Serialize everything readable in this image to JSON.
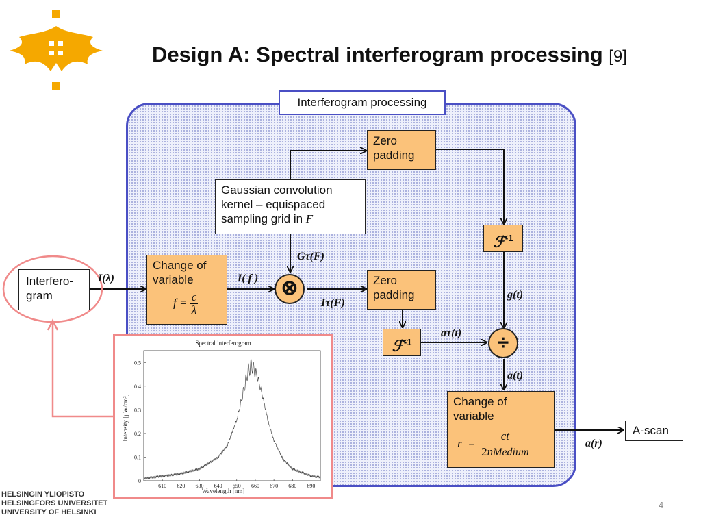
{
  "slide": {
    "title": "Design A: Spectral interferogram processing",
    "title_ref": "[9]",
    "page_number": "4",
    "university_lines": [
      "HELSINGIN YLIOPISTO",
      "HELSINGFORS UNIVERSITET",
      "UNIVERSITY OF HELSINKI"
    ]
  },
  "diagram": {
    "panel_label": "Interferogram processing",
    "input_box": [
      "Interfero-",
      "gram"
    ],
    "change_var_1": [
      "Change of",
      "variable"
    ],
    "change_var_1_eq": {
      "lhs": "f",
      "num": "c",
      "den": "λ"
    },
    "gaussian_box": [
      "Gaussian convolution",
      "kernel – equispaced",
      "sampling grid in"
    ],
    "gaussian_box_var": "F",
    "zero_padding_top": [
      "Zero",
      "padding"
    ],
    "zero_padding_mid": [
      "Zero",
      "padding"
    ],
    "fourier_inv_top": {
      "symbol": "ℱ",
      "exp": "-1"
    },
    "fourier_inv_mid": {
      "symbol": "ℱ",
      "exp": "-1"
    },
    "change_var_2": [
      "Change of",
      "variable"
    ],
    "change_var_2_eq": {
      "lhs": "r",
      "num": "ct",
      "den_pre": "2",
      "den_n": "n",
      "den_sub": "Medium"
    },
    "output_box": "A-scan",
    "labels": {
      "i_lambda": "I(λ)",
      "i_f": "I( f )",
      "g_tau": "Gτ(F)",
      "i_tau": "Iτ(F)",
      "g_t": "g(t)",
      "a_tau": "aτ(t)",
      "a_t": "a(t)",
      "a_r": "a(r)"
    },
    "multiply_symbol": "⊗",
    "divide_symbol": "÷",
    "colors": {
      "panel_border": "#4a4fc4",
      "box_fill": "#fbc27a",
      "highlight": "#f08a8a",
      "logo": "#f5a800"
    }
  },
  "inset_chart": {
    "chart_data": {
      "type": "line",
      "title": "Spectral interferogram",
      "xlabel": "Wavelength [nm]",
      "ylabel": "Intensity [μW/cm²]",
      "xlim": [
        600,
        695
      ],
      "ylim": [
        0,
        0.55
      ],
      "xticks": [
        610,
        620,
        630,
        640,
        650,
        660,
        670,
        680,
        690
      ],
      "yticks": [
        0,
        0.1,
        0.2,
        0.3,
        0.4,
        0.5
      ],
      "xtick_labels": [
        "610",
        "620",
        "630",
        "640",
        "650",
        "660",
        "670",
        "680",
        "690"
      ],
      "ytick_labels": [
        "0",
        "0.1",
        "0.2",
        "0.3",
        "0.4",
        "0.5"
      ],
      "peak_x": 657,
      "peak_y": 0.52,
      "series": [
        {
          "x": [
            600,
            610,
            620,
            630,
            640,
            645,
            650,
            653,
            656,
            658,
            661,
            664,
            667,
            670,
            675,
            680,
            690,
            695
          ],
          "y": [
            0.01,
            0.02,
            0.03,
            0.05,
            0.1,
            0.15,
            0.26,
            0.37,
            0.49,
            0.52,
            0.46,
            0.36,
            0.25,
            0.17,
            0.09,
            0.05,
            0.02,
            0.015
          ]
        }
      ]
    }
  }
}
